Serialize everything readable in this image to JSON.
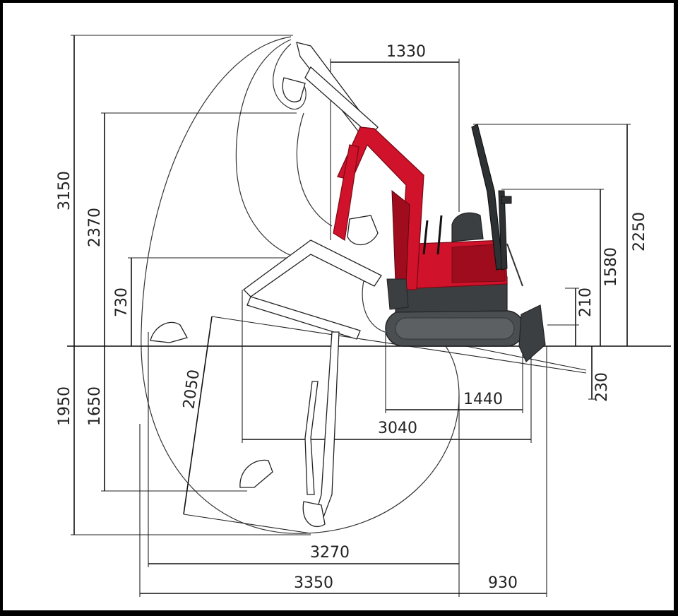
{
  "dimensions": {
    "d1330": "1330",
    "d3150": "3150",
    "d2370": "2370",
    "d730": "730",
    "d2250": "2250",
    "d1580": "1580",
    "d210": "210",
    "d230": "230",
    "d1950": "1950",
    "d1650": "1650",
    "d2050": "2050",
    "d1440": "1440",
    "d3040": "3040",
    "d3270": "3270",
    "d3350": "3350",
    "d930": "930"
  },
  "colors": {
    "accent_red": "#d0122a",
    "dark_red": "#9e0c1e",
    "body_gray": "#3b3f42",
    "track_gray": "#4a4e50"
  }
}
